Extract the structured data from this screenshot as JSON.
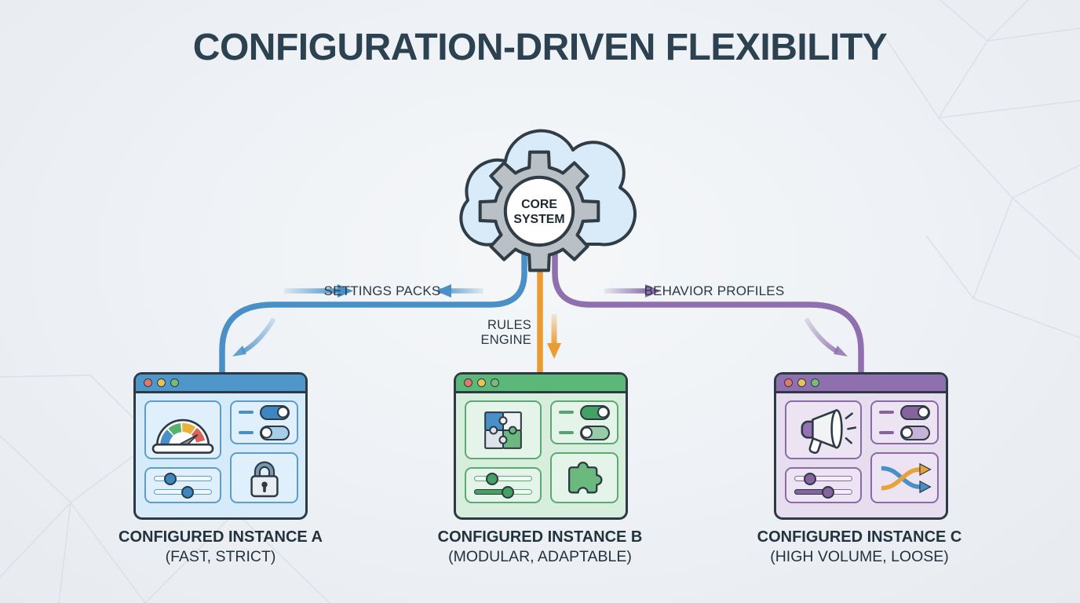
{
  "title": "CONFIGURATION-DRIVEN FLEXIBILITY",
  "core_system": {
    "line1": "CORE",
    "line2": "SYSTEM"
  },
  "connectors": {
    "settings_packs": {
      "label": "SETTINGS PACKS",
      "color": "#4990c7"
    },
    "rules_engine": {
      "line1": "RULES",
      "line2": "ENGINE",
      "color": "#eb9b33"
    },
    "behavior_profiles": {
      "label": "BEHAVIOR PROFILES",
      "color": "#8f6fae"
    }
  },
  "instances": [
    {
      "letter": "A",
      "caption": "CONFIGURED INSTANCE A",
      "subcaption": "(FAST, STRICT)",
      "theme_color": "#4f96cb",
      "widgets": [
        "gauge-icon",
        "toggle-switches",
        "sliders",
        "lock-icon"
      ],
      "toggle_states": [
        "on",
        "off"
      ]
    },
    {
      "letter": "B",
      "caption": "CONFIGURED INSTANCE B",
      "subcaption": "(MODULAR, ADAPTABLE)",
      "theme_color": "#5cb878",
      "widgets": [
        "puzzle-grid-icon",
        "toggle-switches",
        "sliders",
        "puzzle-piece-icon"
      ],
      "toggle_states": [
        "on",
        "off"
      ]
    },
    {
      "letter": "C",
      "caption": "CONFIGURED INSTANCE C",
      "subcaption": "(HIGH VOLUME, LOOSE)",
      "theme_color": "#8f6fae",
      "widgets": [
        "megaphone-icon",
        "toggle-switches",
        "sliders",
        "shuffle-arrows-icon"
      ],
      "toggle_states": [
        "on",
        "off"
      ]
    }
  ]
}
